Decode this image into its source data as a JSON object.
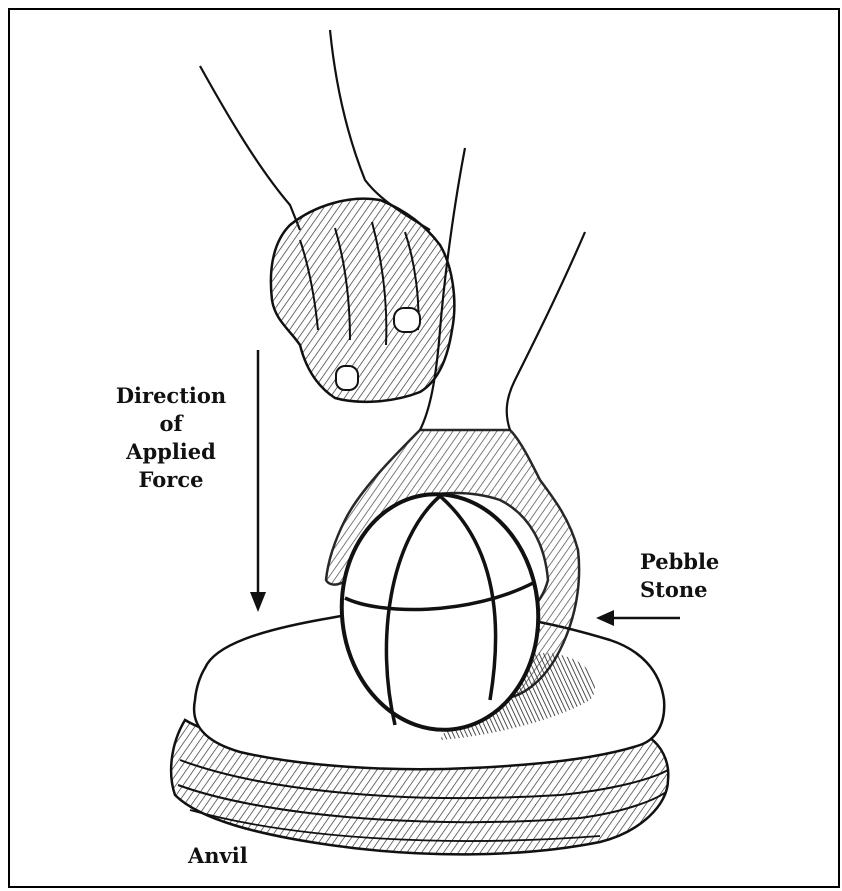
{
  "labels": {
    "force": [
      "Direction",
      "of",
      "Applied",
      "Force"
    ],
    "pebble": [
      "Pebble",
      "Stone"
    ],
    "anvil": "Anvil"
  },
  "colors": {
    "ink": "#111111",
    "shade": "#555555",
    "paper": "#ffffff"
  }
}
